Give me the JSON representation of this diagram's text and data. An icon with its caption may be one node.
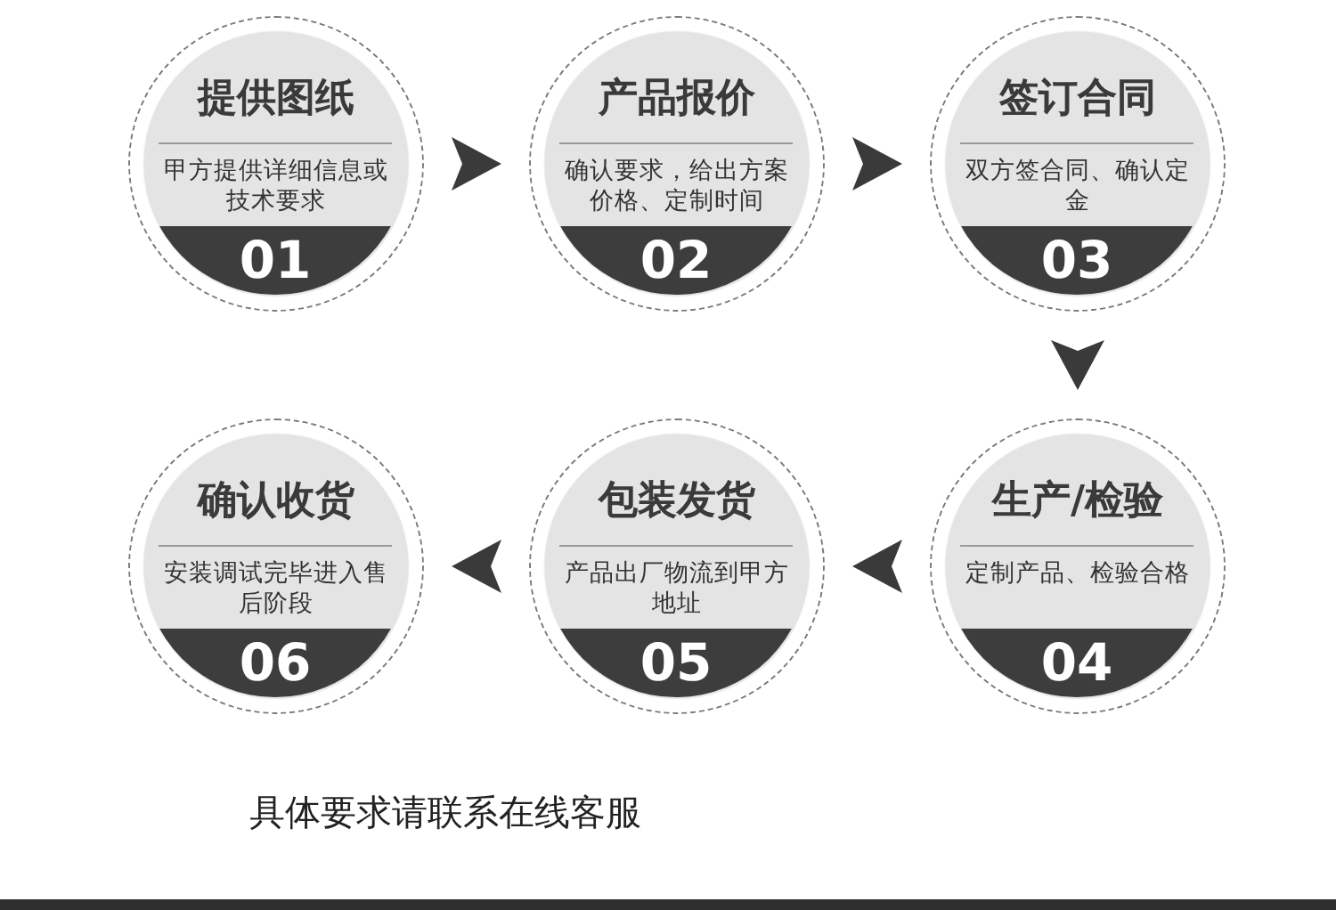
{
  "diagram": {
    "nodes": [
      {
        "text": [
          "提供图纸",
          "甲方提供详细信息或技术要求",
          "01"
        ]
      },
      {
        "text": [
          "产品报价",
          "确认要求，给出方案价格、定制时间",
          "02"
        ]
      },
      {
        "text": [
          "签订合同",
          "双方签合同、确认定金",
          "03"
        ]
      },
      {
        "text": [
          "生产/检验",
          "定制产品、检验合格",
          "04"
        ]
      },
      {
        "text": [
          "包装发货",
          "产品出厂物流到甲方地址",
          "05"
        ]
      },
      {
        "text": [
          "确认收货",
          "安装调试完毕进入售后阶段",
          "06"
        ]
      }
    ],
    "edges": [
      {
        "from": 0,
        "to": 1,
        "arrow": "to"
      },
      {
        "from": 1,
        "to": 2,
        "arrow": "to"
      },
      {
        "from": 2,
        "to": 3,
        "arrow": "to"
      },
      {
        "from": 3,
        "to": 4,
        "arrow": "to"
      },
      {
        "from": 4,
        "to": 5,
        "arrow": "to"
      }
    ],
    "labels": [
      "具体要求请联系在线客服"
    ]
  }
}
